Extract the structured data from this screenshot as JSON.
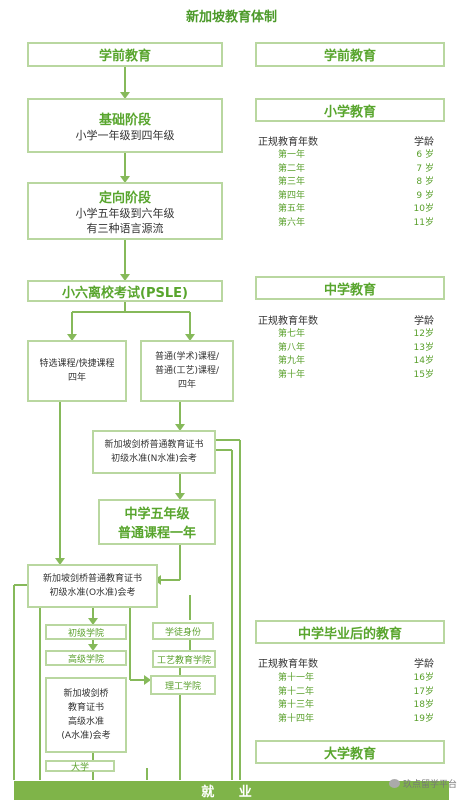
{
  "title": "新加坡教育体制",
  "left": {
    "preschool": "学前教育",
    "foundation_title": "基础阶段",
    "foundation_sub": "小学一年级到四年级",
    "orientation_title": "定向阶段",
    "orientation_sub1": "小学五年级到六年级",
    "orientation_sub2": "有三种语言源流",
    "psle": "小六离校考试(PSLE)",
    "special_1": "特选课程/快捷课程",
    "special_2": "四年",
    "normal_1": "普通(学术)课程/",
    "normal_2": "普通(工艺)课程/",
    "normal_3": "四年",
    "n_level_1": "新加坡剑桥普通教育证书",
    "n_level_2": "初级水准(N水准)会考",
    "sec5_1": "中学五年级",
    "sec5_2": "普通课程一年",
    "o_level_1": "新加坡剑桥普通教育证书",
    "o_level_2": "初级水准(O水准)会考",
    "jc": "初级学院",
    "poly_senior": "高级学院",
    "a_level_1": "新加坡剑桥",
    "a_level_2": "教育证书",
    "a_level_3": "高级水准",
    "a_level_4": "(A水准)会考",
    "university": "大学",
    "apprentice": "学徒身份",
    "ite": "工艺教育学院",
    "polytechnic": "理工学院",
    "employment": "就 业"
  },
  "right": {
    "preschool": "学前教育",
    "primary": "小学教育",
    "years_header": "正规教育年数",
    "age_header": "学龄",
    "primary_rows": [
      {
        "year": "第一年",
        "age": "6 岁"
      },
      {
        "year": "第二年",
        "age": "7 岁"
      },
      {
        "year": "第三年",
        "age": "8 岁"
      },
      {
        "year": "第四年",
        "age": "9 岁"
      },
      {
        "year": "第五年",
        "age": "10岁"
      },
      {
        "year": "第六年",
        "age": "11岁"
      }
    ],
    "secondary": "中学教育",
    "secondary_rows": [
      {
        "year": "第七年",
        "age": "12岁"
      },
      {
        "year": "第八年",
        "age": "13岁"
      },
      {
        "year": "第九年",
        "age": "14岁"
      },
      {
        "year": "第十年",
        "age": "15岁"
      }
    ],
    "post_secondary": "中学毕业后的教育",
    "post_rows": [
      {
        "year": "第十一年",
        "age": "16岁"
      },
      {
        "year": "第十二年",
        "age": "17岁"
      },
      {
        "year": "第十三年",
        "age": "18岁"
      },
      {
        "year": "第十四年",
        "age": "19岁"
      }
    ],
    "university": "大学教育"
  },
  "watermark": "玖点留学平台",
  "colors": {
    "line": "#86b95a",
    "border": "#b9d7a0",
    "accent": "#58a52d",
    "footer": "#7fb449"
  }
}
